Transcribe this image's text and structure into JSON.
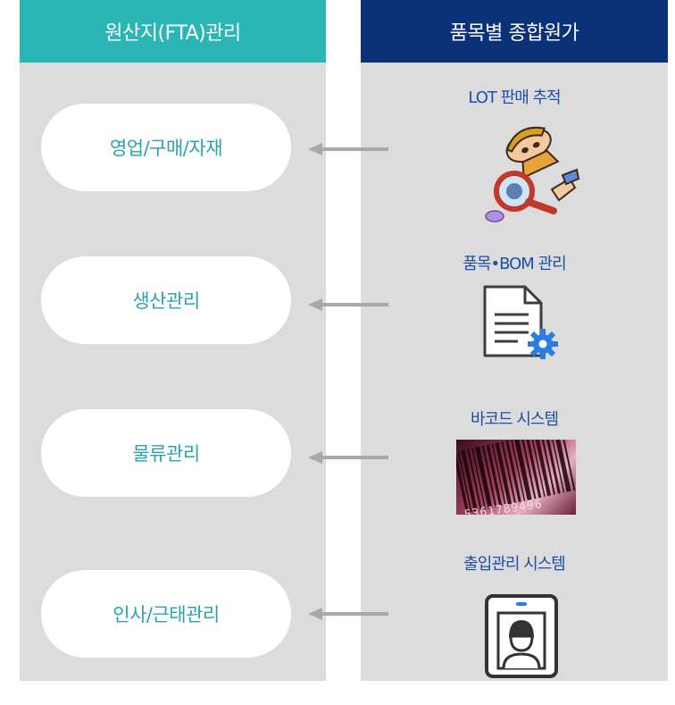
{
  "left": {
    "header": "원산지(FTA)관리",
    "items": [
      "영업/구매/자재",
      "생산관리",
      "물류관리",
      "인사/근태관리"
    ]
  },
  "right": {
    "header": "품목별 종합원가",
    "features": [
      "LOT 판매 추적",
      "품목•BOM 관리",
      "바코드 시스템",
      "출입관리 시스템"
    ],
    "barcode_digits": "5361789496"
  },
  "colors": {
    "left_header": "#2bb6b6",
    "right_header": "#0b3179",
    "panel_bg": "#dcdcdc",
    "pill_text": "#27a4ad",
    "feature_text": "#1c4fa8",
    "arrow": "#a8a8a8"
  },
  "icons": [
    "detective-magnifier-icon",
    "document-gear-icon",
    "barcode-icon",
    "access-control-icon"
  ]
}
